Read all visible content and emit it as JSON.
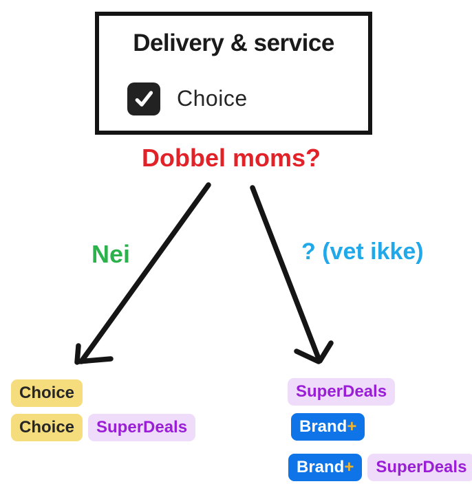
{
  "diagram": {
    "panel": {
      "title": "Delivery & service",
      "checkbox_label": "Choice",
      "checkbox_checked": true
    },
    "question": "Dobbel moms?",
    "branches": {
      "left": {
        "label": "Nei",
        "rows": [
          {
            "badges": [
              {
                "type": "choice",
                "label": "Choice"
              }
            ]
          },
          {
            "badges": [
              {
                "type": "choice",
                "label": "Choice"
              },
              {
                "type": "superdeals",
                "label": "SuperDeals"
              }
            ]
          }
        ]
      },
      "right": {
        "label": "? (vet ikke)",
        "rows": [
          {
            "badges": [
              {
                "type": "superdeals",
                "label": "SuperDeals"
              }
            ]
          },
          {
            "badges": [
              {
                "type": "brand",
                "label": "Brand",
                "plus": "+"
              }
            ]
          },
          {
            "badges": [
              {
                "type": "brand",
                "label": "Brand",
                "plus": "+"
              },
              {
                "type": "superdeals",
                "label": "SuperDeals"
              }
            ]
          }
        ]
      }
    },
    "colors": {
      "ink": "#151515",
      "question_red": "#e12228",
      "nei_green": "#2bb24c",
      "vet_ikke_cyan": "#20a8e8",
      "choice_badge_bg": "#f5dd7d",
      "choice_badge_text": "#262626",
      "superdeals_badge_bg": "#eedcfa",
      "superdeals_badge_text": "#9a1ed6",
      "brand_badge_bg": "#0e74e8",
      "brand_badge_text": "#ffffff",
      "brand_plus_gold": "#f0b42e"
    }
  }
}
